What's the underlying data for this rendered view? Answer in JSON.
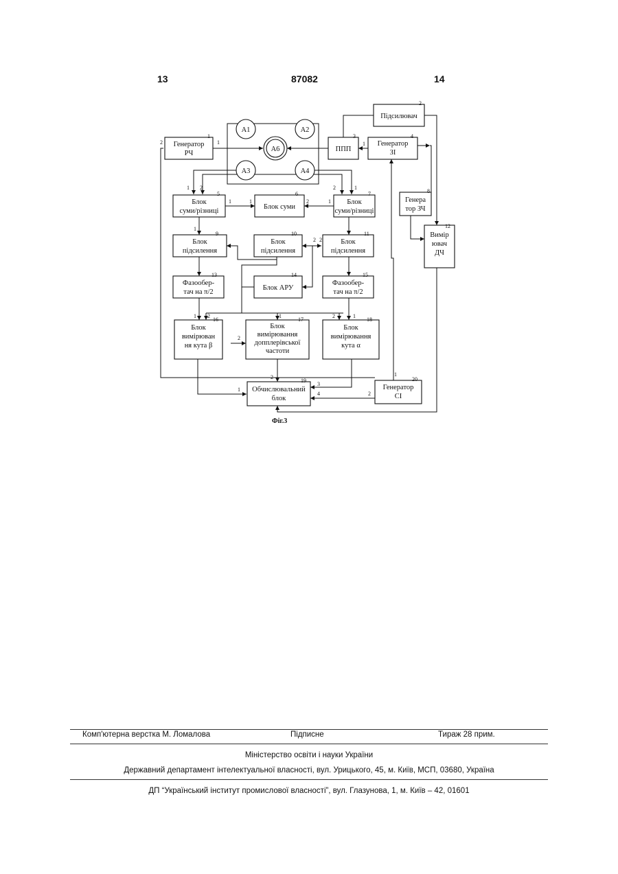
{
  "header": {
    "page_left": "13",
    "patent_no": "87082",
    "page_right": "14"
  },
  "figure": {
    "caption": "Фіг.3",
    "antennas": [
      "А1",
      "А2",
      "А3",
      "А4",
      "А6"
    ],
    "blocks": {
      "b1": [
        "Генератор",
        "РЧ"
      ],
      "b2": [
        "Підсилювач"
      ],
      "b3": [
        "ППП"
      ],
      "b4": [
        "Генератор",
        "ЗІ"
      ],
      "b5": [
        "Блок",
        "суми/різниці"
      ],
      "b6": [
        "Блок суми"
      ],
      "b7": [
        "Блок",
        "суми/різниці"
      ],
      "b8": [
        "Генера",
        "тор ЗЧ"
      ],
      "b9": [
        "Блок",
        "підсилення"
      ],
      "b10": [
        "Блок",
        "підсилення"
      ],
      "b11": [
        "Блок",
        "підсилення"
      ],
      "b12": [
        "Вимір",
        "ювач",
        "ДЧ"
      ],
      "b13": [
        "Фазообер-",
        "тач на π/2"
      ],
      "b14": [
        "Блок АРУ"
      ],
      "b15": [
        "Фазообер-",
        "тач на π/2"
      ],
      "b16": [
        "Блок",
        "вимірюван",
        "ня кута β"
      ],
      "b17": [
        "Блок",
        "вимірювання",
        "допплерівської",
        "частоти"
      ],
      "b18": [
        "Блок",
        "вимірювання",
        "кута α"
      ],
      "b19": [
        "Обчислювальний",
        "блок"
      ],
      "b20": [
        "Генератор",
        "СІ"
      ]
    },
    "block_numbers": [
      "1",
      "2",
      "3",
      "4",
      "5",
      "6",
      "7",
      "8",
      "9",
      "10",
      "11",
      "12",
      "13",
      "14",
      "15",
      "16",
      "17",
      "18",
      "19",
      "20"
    ],
    "port_labels": [
      "1",
      "2",
      "3",
      "4"
    ]
  },
  "footer": {
    "typesetting": "Комп'ютерна верстка М. Ломалова",
    "signed": "Підписне",
    "circulation": "Тираж 28 прим.",
    "ministry": "Міністерство освіти і науки України",
    "department": "Державний департамент інтелектуальної власності, вул. Урицького, 45, м. Київ, МСП, 03680, Україна",
    "institute": "ДП “Український інститут промислової власності”, вул. Глазунова, 1, м. Київ – 42, 01601"
  }
}
